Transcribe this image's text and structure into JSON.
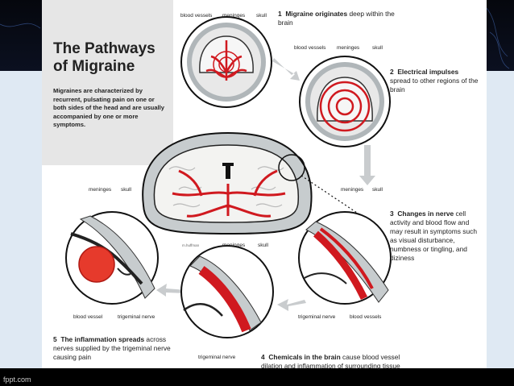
{
  "title_line1": "The Pathways",
  "title_line2": "of Migraine",
  "intro": "Migraines are characterized by recurrent, pulsating pain on one or both sides of the head and are usually accompanied by one or more symptoms.",
  "steps": [
    {
      "num": "1",
      "bold": "Migraine originates",
      "rest": " deep within the brain"
    },
    {
      "num": "2",
      "bold": "Electrical impulses",
      "rest": " spread to other regions of the brain"
    },
    {
      "num": "3",
      "bold": "Changes in nerve",
      "rest": " cell activity and blood flow and may result in symptoms such as visual disturbance, numbness or tingling, and diziness"
    },
    {
      "num": "4",
      "bold": "Chemicals in the brain",
      "rest": " cause blood vessel dilation and inflammation of surrounding tissue"
    },
    {
      "num": "5",
      "bold": "The inflammation spreads",
      "rest": " across nerves supplied by the trigeminal nerve causing pain"
    }
  ],
  "labels": {
    "blood_vessels": "blood vessels",
    "meninges": "meninges",
    "skull": "skull",
    "blood_vessel": "blood vessel",
    "trigeminal_nerve": "trigeminal nerve",
    "artist": "m.huffman"
  },
  "footer": "fppt.com",
  "colors": {
    "artery": "#d0191f",
    "skull": "#bfc6c9",
    "arrow": "#c9ccce",
    "title_box": "#e6e6e6"
  }
}
